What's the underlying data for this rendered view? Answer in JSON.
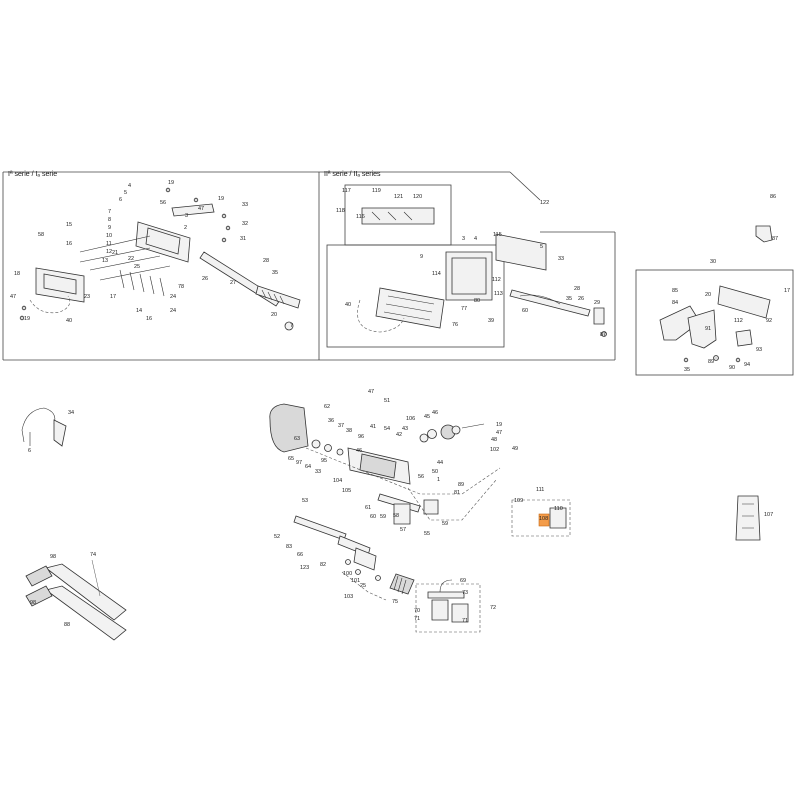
{
  "sections": {
    "series1_label": "Iª serie / Iₐ serie",
    "series2_label": "IIª serie / IIₐ series"
  },
  "highlight": {
    "part": "108",
    "color": "#f39c4a"
  },
  "callouts": [
    {
      "id": "c1",
      "text": "19"
    },
    {
      "id": "c2",
      "text": "4"
    },
    {
      "id": "c3",
      "text": "5"
    },
    {
      "id": "c4",
      "text": "6"
    },
    {
      "id": "c5",
      "text": "7"
    },
    {
      "id": "c6",
      "text": "8"
    },
    {
      "id": "c7",
      "text": "9"
    },
    {
      "id": "c8",
      "text": "10"
    },
    {
      "id": "c9",
      "text": "11"
    },
    {
      "id": "c10",
      "text": "12"
    },
    {
      "id": "c11",
      "text": "13"
    },
    {
      "id": "c12",
      "text": "56"
    },
    {
      "id": "c13",
      "text": "47"
    },
    {
      "id": "c14",
      "text": "19"
    },
    {
      "id": "c15",
      "text": "3"
    },
    {
      "id": "c16",
      "text": "2"
    },
    {
      "id": "c17",
      "text": "33"
    },
    {
      "id": "c18",
      "text": "32"
    },
    {
      "id": "c19",
      "text": "31"
    },
    {
      "id": "c20",
      "text": "15"
    },
    {
      "id": "c21",
      "text": "58"
    },
    {
      "id": "c22",
      "text": "16"
    },
    {
      "id": "c23",
      "text": "21"
    },
    {
      "id": "c24",
      "text": "22"
    },
    {
      "id": "c25",
      "text": "26"
    },
    {
      "id": "c26",
      "text": "28"
    },
    {
      "id": "c27",
      "text": "35"
    },
    {
      "id": "c28",
      "text": "27"
    },
    {
      "id": "c29",
      "text": "18"
    },
    {
      "id": "c30",
      "text": "23"
    },
    {
      "id": "c31",
      "text": "17"
    },
    {
      "id": "c32",
      "text": "47"
    },
    {
      "id": "c33",
      "text": "19"
    },
    {
      "id": "c34",
      "text": "40"
    },
    {
      "id": "c35",
      "text": "14"
    },
    {
      "id": "c36",
      "text": "16"
    },
    {
      "id": "c37",
      "text": "24"
    },
    {
      "id": "c38",
      "text": "24"
    },
    {
      "id": "c39",
      "text": "78"
    },
    {
      "id": "c40",
      "text": "20"
    },
    {
      "id": "c41",
      "text": "7"
    },
    {
      "id": "c42",
      "text": "25"
    },
    {
      "id": "c43",
      "text": "117"
    },
    {
      "id": "c44",
      "text": "119"
    },
    {
      "id": "c45",
      "text": "118"
    },
    {
      "id": "c46",
      "text": "121"
    },
    {
      "id": "c47",
      "text": "120"
    },
    {
      "id": "c48",
      "text": "116"
    },
    {
      "id": "c49",
      "text": "122"
    },
    {
      "id": "c50",
      "text": "115"
    },
    {
      "id": "c51",
      "text": "3"
    },
    {
      "id": "c52",
      "text": "4"
    },
    {
      "id": "c53",
      "text": "5"
    },
    {
      "id": "c54",
      "text": "33"
    },
    {
      "id": "c55",
      "text": "114"
    },
    {
      "id": "c56",
      "text": "9"
    },
    {
      "id": "c57",
      "text": "113"
    },
    {
      "id": "c58",
      "text": "112"
    },
    {
      "id": "c59",
      "text": "28"
    },
    {
      "id": "c60",
      "text": "35"
    },
    {
      "id": "c61",
      "text": "26"
    },
    {
      "id": "c62",
      "text": "29"
    },
    {
      "id": "c63",
      "text": "40"
    },
    {
      "id": "c64",
      "text": "76"
    },
    {
      "id": "c65",
      "text": "77"
    },
    {
      "id": "c66",
      "text": "80"
    },
    {
      "id": "c67",
      "text": "39"
    },
    {
      "id": "c68",
      "text": "60"
    },
    {
      "id": "c69",
      "text": "87"
    },
    {
      "id": "c70",
      "text": "86"
    },
    {
      "id": "c71",
      "text": "87"
    },
    {
      "id": "c72",
      "text": "30"
    },
    {
      "id": "c73",
      "text": "85"
    },
    {
      "id": "c74",
      "text": "20"
    },
    {
      "id": "c75",
      "text": "17"
    },
    {
      "id": "c76",
      "text": "84"
    },
    {
      "id": "c77",
      "text": "91"
    },
    {
      "id": "c78",
      "text": "112"
    },
    {
      "id": "c79",
      "text": "92"
    },
    {
      "id": "c80",
      "text": "93"
    },
    {
      "id": "c81",
      "text": "89"
    },
    {
      "id": "c82",
      "text": "90"
    },
    {
      "id": "c83",
      "text": "94"
    },
    {
      "id": "c84",
      "text": "35"
    },
    {
      "id": "c85",
      "text": "34"
    },
    {
      "id": "c86",
      "text": "6"
    },
    {
      "id": "c87",
      "text": "47"
    },
    {
      "id": "c88",
      "text": "51"
    },
    {
      "id": "c89",
      "text": "62"
    },
    {
      "id": "c90",
      "text": "36"
    },
    {
      "id": "c91",
      "text": "37"
    },
    {
      "id": "c92",
      "text": "38"
    },
    {
      "id": "c93",
      "text": "41"
    },
    {
      "id": "c94",
      "text": "54"
    },
    {
      "id": "c95",
      "text": "106"
    },
    {
      "id": "c96",
      "text": "45"
    },
    {
      "id": "c97",
      "text": "46"
    },
    {
      "id": "c98",
      "text": "43"
    },
    {
      "id": "c99",
      "text": "42"
    },
    {
      "id": "c100",
      "text": "19"
    },
    {
      "id": "c101",
      "text": "47"
    },
    {
      "id": "c102",
      "text": "48"
    },
    {
      "id": "c103",
      "text": "102"
    },
    {
      "id": "c104",
      "text": "49"
    },
    {
      "id": "c105",
      "text": "63"
    },
    {
      "id": "c106",
      "text": "96"
    },
    {
      "id": "c107",
      "text": "65"
    },
    {
      "id": "c108",
      "text": "97"
    },
    {
      "id": "c109",
      "text": "64"
    },
    {
      "id": "c110",
      "text": "33"
    },
    {
      "id": "c111",
      "text": "95"
    },
    {
      "id": "c112",
      "text": "46"
    },
    {
      "id": "c113",
      "text": "44"
    },
    {
      "id": "c114",
      "text": "50"
    },
    {
      "id": "c115",
      "text": "104"
    },
    {
      "id": "c116",
      "text": "105"
    },
    {
      "id": "c117",
      "text": "56"
    },
    {
      "id": "c118",
      "text": "1"
    },
    {
      "id": "c119",
      "text": "89"
    },
    {
      "id": "c120",
      "text": "81"
    },
    {
      "id": "c121",
      "text": "61"
    },
    {
      "id": "c122",
      "text": "60"
    },
    {
      "id": "c123",
      "text": "59"
    },
    {
      "id": "c124",
      "text": "58"
    },
    {
      "id": "c125",
      "text": "57"
    },
    {
      "id": "c126",
      "text": "59"
    },
    {
      "id": "c127",
      "text": "55"
    },
    {
      "id": "c128",
      "text": "53"
    },
    {
      "id": "c129",
      "text": "52"
    },
    {
      "id": "c130",
      "text": "83"
    },
    {
      "id": "c131",
      "text": "66"
    },
    {
      "id": "c132",
      "text": "123"
    },
    {
      "id": "c133",
      "text": "82"
    },
    {
      "id": "c134",
      "text": "100"
    },
    {
      "id": "c135",
      "text": "101"
    },
    {
      "id": "c136",
      "text": "25"
    },
    {
      "id": "c137",
      "text": "103"
    },
    {
      "id": "c138",
      "text": "75"
    },
    {
      "id": "c139",
      "text": "111"
    },
    {
      "id": "c140",
      "text": "109"
    },
    {
      "id": "c141",
      "text": "110"
    },
    {
      "id": "c142",
      "text": "108"
    },
    {
      "id": "c143",
      "text": "107"
    },
    {
      "id": "c144",
      "text": "98"
    },
    {
      "id": "c145",
      "text": "74"
    },
    {
      "id": "c146",
      "text": "98"
    },
    {
      "id": "c147",
      "text": "88"
    },
    {
      "id": "c148",
      "text": "69"
    },
    {
      "id": "c149",
      "text": "73"
    },
    {
      "id": "c150",
      "text": "70"
    },
    {
      "id": "c151",
      "text": "71"
    },
    {
      "id": "c152",
      "text": "71"
    },
    {
      "id": "c153",
      "text": "72"
    }
  ]
}
